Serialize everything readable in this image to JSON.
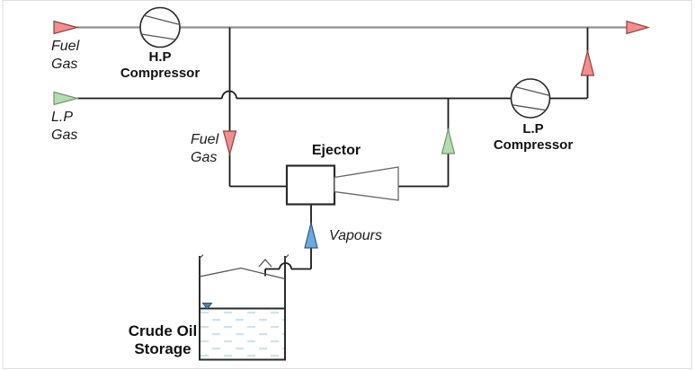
{
  "labels": {
    "fuel_gas_feed": [
      "Fuel",
      "Gas"
    ],
    "hp_compressor": [
      "H.P",
      "Compressor"
    ],
    "lp_gas_feed": [
      "L.P",
      "Gas"
    ],
    "fuel_gas_to_ejector": [
      "Fuel",
      "Gas"
    ],
    "ejector": "Ejector",
    "vapours": "Vapours",
    "lp_compressor": [
      "L.P",
      "Compressor"
    ],
    "crude_oil_storage": [
      "Crude Oil",
      "Storage"
    ]
  },
  "colors": {
    "header_line": "#909090",
    "process_line": "#1a1a1a",
    "red_arrow_fill": "#f28e8e",
    "red_arrow_stroke": "#8c4040",
    "green_arrow_fill": "#b6dbb0",
    "green_arrow_stroke": "#6f936c",
    "blue_arrow_fill": "#6fa8dc",
    "blue_arrow_stroke": "#2a5a8c",
    "liquid_dash": "#cfe3ed",
    "level_marker_fill": "#4f81a8",
    "level_marker_stroke": "#27546f"
  }
}
